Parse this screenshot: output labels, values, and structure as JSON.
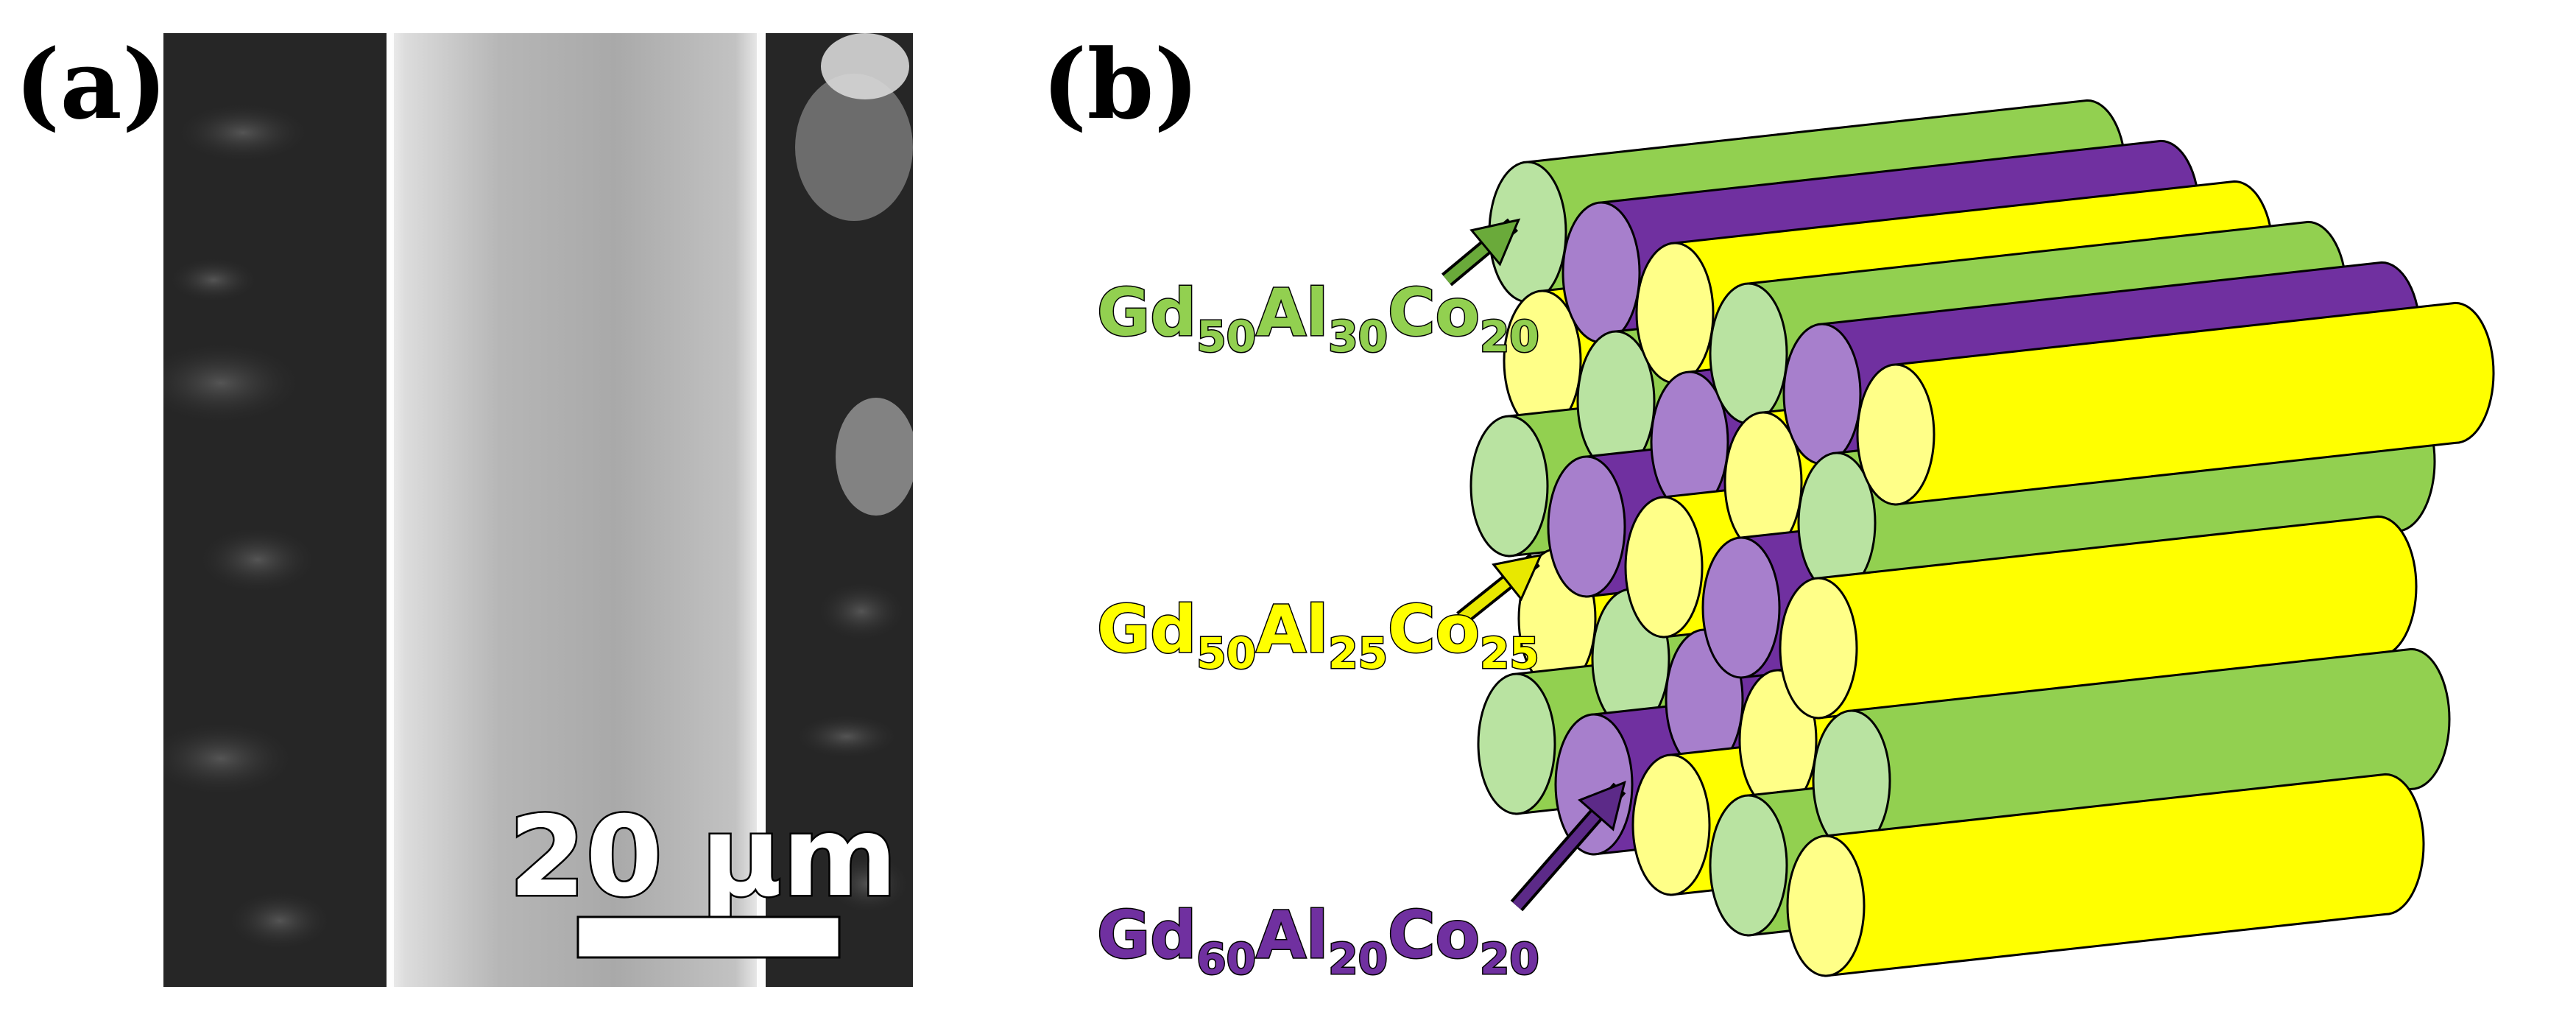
{
  "panels": {
    "a": {
      "label": "(a)",
      "scale_bar": {
        "text": "20 μm"
      }
    },
    "b": {
      "label": "(b)"
    }
  },
  "alloys": [
    {
      "key": "green",
      "parts": [
        [
          "Gd",
          "50"
        ],
        [
          "Al",
          "30"
        ],
        [
          "Co",
          "20"
        ]
      ],
      "color": "#92d050",
      "light": "#b9e3a1",
      "arrow": "#6aaa3a"
    },
    {
      "key": "yellow",
      "parts": [
        [
          "Gd",
          "50"
        ],
        [
          "Al",
          "25"
        ],
        [
          "Co",
          "25"
        ]
      ],
      "color": "#ffff00",
      "light": "#ffff88",
      "arrow": "#e8e800"
    },
    {
      "key": "purple",
      "parts": [
        [
          "Gd",
          "60"
        ],
        [
          "Al",
          "20"
        ],
        [
          "Co",
          "20"
        ]
      ],
      "color": "#7030a0",
      "light": "#a77fcc",
      "arrow": "#5c2a88"
    }
  ],
  "bundle_rows": [
    [
      "green",
      "purple",
      "yellow",
      "green",
      "purple",
      "yellow"
    ],
    [
      "yellow",
      "green",
      "purple",
      "yellow",
      "green"
    ],
    [
      "green",
      "purple",
      "yellow",
      "purple",
      "yellow"
    ],
    [
      "yellow",
      "green",
      "purple",
      "yellow",
      "green"
    ],
    [
      "green",
      "purple",
      "yellow",
      "green",
      "yellow"
    ]
  ]
}
